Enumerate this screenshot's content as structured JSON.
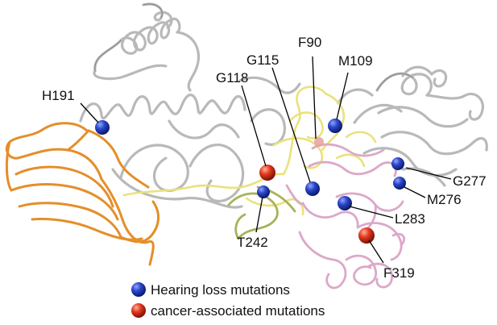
{
  "colors": {
    "gray": "#b9b9b9",
    "gray_dark": "#8e8e8e",
    "orange": "#e58e2a",
    "orange_dark": "#b86a12",
    "yellow": "#e9e27a",
    "olive": "#a8b25a",
    "pink": "#dca8c8",
    "pink_dark": "#b27a9b",
    "hearing_loss": "#1f3bb3",
    "cancer": "#d6321e"
  },
  "labels": {
    "H191": "H191",
    "G118": "G118",
    "G115": "G115",
    "F90": "F90",
    "M109": "M109",
    "G277": "G277",
    "M276": "M276",
    "L283": "L283",
    "T242": "T242",
    "F319": "F319"
  },
  "legend": {
    "hearing_loss": "Hearing loss mutations",
    "cancer": "cancer-associated mutations"
  }
}
